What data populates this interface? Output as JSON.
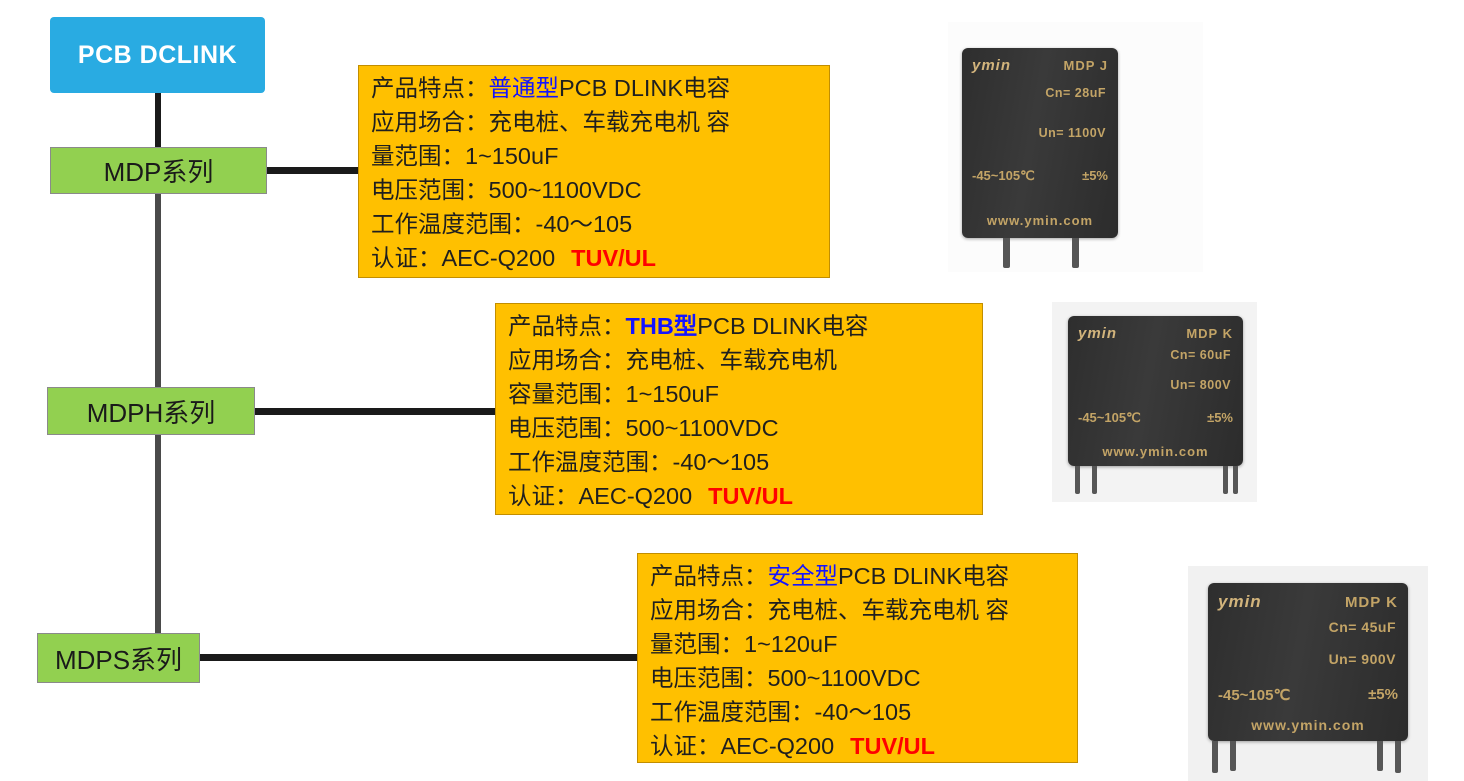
{
  "colors": {
    "root_blue": "#29abe2",
    "series_green": "#92d050",
    "panel_orange": "#ffc000",
    "highlight_blue": "#1414ff",
    "cert_red": "#ff0000",
    "connector_black": "#1a1a1a"
  },
  "flowchart": {
    "root_label": "PCB DCLINK",
    "series": [
      {
        "label": "MDP系列"
      },
      {
        "label": "MDPH系列"
      },
      {
        "label": "MDPS系列"
      }
    ]
  },
  "panels": [
    {
      "feature_label": "产品特点：",
      "feature_type": "普通型",
      "feature_rest": "PCB DLINK电容",
      "line2": "应用场合：充电桩、车载充电机 容",
      "line3": "量范围：1~150uF",
      "line4": "电压范围：500~1100VDC",
      "line5": "工作温度范围：-40～105",
      "cert_label": "认证：AEC-Q200",
      "cert_value": "TUV/UL"
    },
    {
      "feature_label": "产品特点：",
      "feature_type": "THB型",
      "feature_rest": "PCB DLINK电容",
      "line2": "应用场合：充电桩、车载充电机",
      "line3": "容量范围：1~150uF",
      "line4": "电压范围：500~1100VDC",
      "line5": "工作温度范围：-40～105",
      "cert_label": "认证：AEC-Q200",
      "cert_value": "TUV/UL"
    },
    {
      "feature_label": "产品特点：",
      "feature_type": "安全型",
      "feature_rest": "PCB DLINK电容",
      "line2": "应用场合：充电桩、车载充电机 容",
      "line3": "量范围：1~120uF",
      "line4": "电压范围：500~1100VDC",
      "line5": "工作温度范围：-40～105",
      "cert_label": "认证：AEC-Q200",
      "cert_value": "TUV/UL"
    }
  ],
  "capacitors": [
    {
      "brand": "ymin",
      "model": "MDP J",
      "capacitance": "Cn= 28uF",
      "voltage": "Un= 1100V",
      "temp_range": "-45~105℃",
      "tolerance": "±5%",
      "website": "www.ymin.com"
    },
    {
      "brand": "ymin",
      "model": "MDP K",
      "capacitance": "Cn= 60uF",
      "voltage": "Un= 800V",
      "temp_range": "-45~105℃",
      "tolerance": "±5%",
      "website": "www.ymin.com"
    },
    {
      "brand": "ymin",
      "model": "MDP K",
      "capacitance": "Cn= 45uF",
      "voltage": "Un= 900V",
      "temp_range": "-45~105℃",
      "tolerance": "±5%",
      "website": "www.ymin.com"
    }
  ]
}
